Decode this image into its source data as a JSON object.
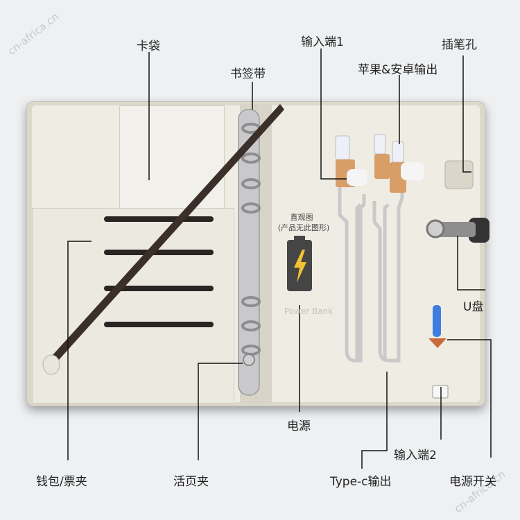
{
  "labels": {
    "card_pocket": "卡袋",
    "bookmark": "书签带",
    "input1": "输入端1",
    "apple_android": "苹果&安卓输出",
    "pen_hole": "插笔孔",
    "usb_disk": "U盘",
    "power": "电源",
    "input2": "输入端2",
    "wallet": "钱包/票夹",
    "binder": "活页夹",
    "typec": "Type-c输出",
    "switch": "电源开关"
  },
  "power_bank": {
    "caption_line1": "直观图",
    "caption_line2": "(产品无此图形)",
    "brand": "Power Bank"
  },
  "watermark": "cn-africa.cn"
}
